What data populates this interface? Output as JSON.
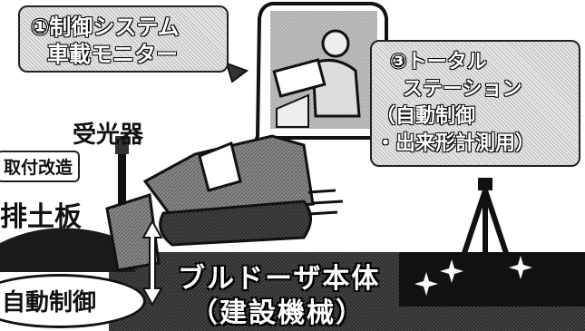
{
  "callouts": {
    "control_system": {
      "line1": "①制御システム",
      "line2": "車載モニター"
    },
    "total_station": {
      "line1": "③トータル",
      "line2": "ステーション",
      "line3": "（自動制御",
      "line4": "・出来形計測用）"
    }
  },
  "labels": {
    "receiver": "受光器",
    "attachment": "取付改造",
    "blade": "排土板",
    "auto_control": "自動制御"
  },
  "bulldozer": {
    "line1": "ブルドーザ本体",
    "line2": "（建設機械）"
  }
}
